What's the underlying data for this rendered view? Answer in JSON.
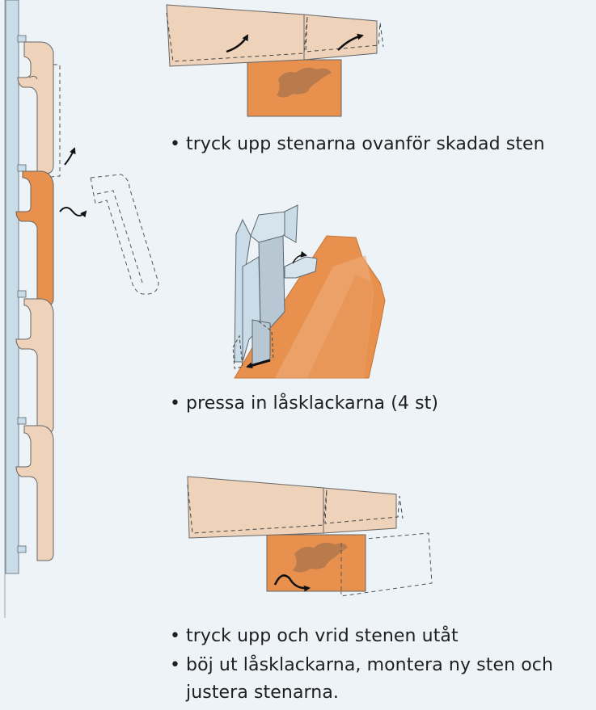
{
  "captions": {
    "step1": "tryck upp stenarna ovanför skadad sten",
    "step2": "pressa in låsklackarna (4 st)",
    "step3a": "tryck upp och vrid stenen utåt",
    "step3b_line1": "böj ut låsklackarna, montera ny sten och",
    "step3b_line2": "justera stenarna."
  },
  "bullet": "•",
  "colors": {
    "background": "#eef3f7",
    "wall_panel": "#c9dce7",
    "stone_beige": "#eed2b9",
    "stone_damaged": "#e8914e",
    "damage_mark": "#b0754c",
    "bracket_metal": "#a9bccb",
    "outline": "#555555",
    "arrow": "#111111"
  }
}
